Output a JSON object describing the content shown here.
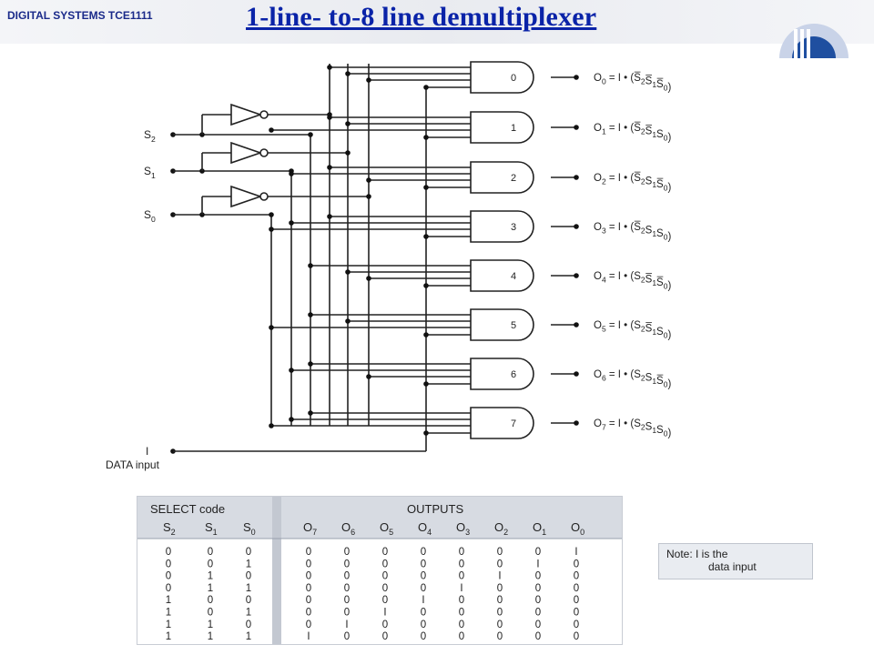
{
  "header": {
    "course_label": "DIGITAL SYSTEMS TCE1111",
    "title": "1-line- to-8 line demultiplexer"
  },
  "circuit": {
    "select_inputs": [
      {
        "base": "S",
        "sub": "2"
      },
      {
        "base": "S",
        "sub": "1"
      },
      {
        "base": "S",
        "sub": "0"
      }
    ],
    "data_input": {
      "symbol": "I",
      "label": "DATA input"
    },
    "gates": [
      {
        "label": "0",
        "out": "0",
        "terms": [
          {
            "s": "2",
            "bar": true
          },
          {
            "s": "1",
            "bar": true
          },
          {
            "s": "0",
            "bar": true
          }
        ]
      },
      {
        "label": "1",
        "out": "1",
        "terms": [
          {
            "s": "2",
            "bar": true
          },
          {
            "s": "1",
            "bar": true
          },
          {
            "s": "0",
            "bar": false
          }
        ]
      },
      {
        "label": "2",
        "out": "2",
        "terms": [
          {
            "s": "2",
            "bar": true
          },
          {
            "s": "1",
            "bar": false
          },
          {
            "s": "0",
            "bar": true
          }
        ]
      },
      {
        "label": "3",
        "out": "3",
        "terms": [
          {
            "s": "2",
            "bar": true
          },
          {
            "s": "1",
            "bar": false
          },
          {
            "s": "0",
            "bar": false
          }
        ]
      },
      {
        "label": "4",
        "out": "4",
        "terms": [
          {
            "s": "2",
            "bar": false
          },
          {
            "s": "1",
            "bar": true
          },
          {
            "s": "0",
            "bar": true
          }
        ]
      },
      {
        "label": "5",
        "out": "5",
        "terms": [
          {
            "s": "2",
            "bar": false
          },
          {
            "s": "1",
            "bar": true
          },
          {
            "s": "0",
            "bar": false
          }
        ]
      },
      {
        "label": "6",
        "out": "6",
        "terms": [
          {
            "s": "2",
            "bar": false
          },
          {
            "s": "1",
            "bar": false
          },
          {
            "s": "0",
            "bar": true
          }
        ]
      },
      {
        "label": "7",
        "out": "7",
        "terms": [
          {
            "s": "2",
            "bar": false
          },
          {
            "s": "1",
            "bar": false
          },
          {
            "s": "0",
            "bar": false
          }
        ]
      }
    ]
  },
  "truth_table": {
    "select_header": "SELECT code",
    "outputs_header": "OUTPUTS",
    "select_columns": [
      {
        "base": "S",
        "sub": "2"
      },
      {
        "base": "S",
        "sub": "1"
      },
      {
        "base": "S",
        "sub": "0"
      }
    ],
    "output_columns": [
      {
        "base": "O",
        "sub": "7"
      },
      {
        "base": "O",
        "sub": "6"
      },
      {
        "base": "O",
        "sub": "5"
      },
      {
        "base": "O",
        "sub": "4"
      },
      {
        "base": "O",
        "sub": "3"
      },
      {
        "base": "O",
        "sub": "2"
      },
      {
        "base": "O",
        "sub": "1"
      },
      {
        "base": "O",
        "sub": "0"
      }
    ],
    "rows": [
      {
        "select": [
          "0",
          "0",
          "0"
        ],
        "outputs": [
          "0",
          "0",
          "0",
          "0",
          "0",
          "0",
          "0",
          "I"
        ]
      },
      {
        "select": [
          "0",
          "0",
          "1"
        ],
        "outputs": [
          "0",
          "0",
          "0",
          "0",
          "0",
          "0",
          "I",
          "0"
        ]
      },
      {
        "select": [
          "0",
          "1",
          "0"
        ],
        "outputs": [
          "0",
          "0",
          "0",
          "0",
          "0",
          "I",
          "0",
          "0"
        ]
      },
      {
        "select": [
          "0",
          "1",
          "1"
        ],
        "outputs": [
          "0",
          "0",
          "0",
          "0",
          "I",
          "0",
          "0",
          "0"
        ]
      },
      {
        "select": [
          "1",
          "0",
          "0"
        ],
        "outputs": [
          "0",
          "0",
          "0",
          "I",
          "0",
          "0",
          "0",
          "0"
        ]
      },
      {
        "select": [
          "1",
          "0",
          "1"
        ],
        "outputs": [
          "0",
          "0",
          "I",
          "0",
          "0",
          "0",
          "0",
          "0"
        ]
      },
      {
        "select": [
          "1",
          "1",
          "0"
        ],
        "outputs": [
          "0",
          "I",
          "0",
          "0",
          "0",
          "0",
          "0",
          "0"
        ]
      },
      {
        "select": [
          "1",
          "1",
          "1"
        ],
        "outputs": [
          "I",
          "0",
          "0",
          "0",
          "0",
          "0",
          "0",
          "0"
        ]
      }
    ]
  },
  "note": {
    "line1": "Note: I is the",
    "line2": "data input"
  }
}
